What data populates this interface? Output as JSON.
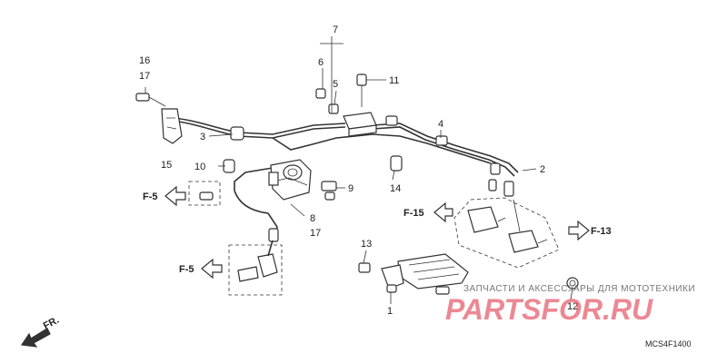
{
  "callouts": {
    "c16": "16",
    "c17a": "17",
    "c15": "15",
    "c3": "3",
    "c10": "10",
    "c7": "7",
    "c6": "6",
    "c5": "5",
    "c11": "11",
    "c4": "4",
    "c2": "2",
    "c14": "14",
    "c9": "9",
    "c8": "8",
    "c17b": "17",
    "c13": "13",
    "c1": "1",
    "c12": "12"
  },
  "refs": {
    "f5_upper": "F-5",
    "f5_lower": "F-5",
    "f15": "F-15",
    "f13": "F-13"
  },
  "front_marker": "FR.",
  "watermark": {
    "tagline": "ЗАПЧАСТИ И АКСЕССУАРЫ ДЛЯ МОТОТЕХНИКИ",
    "brand": "PARTSFOR.RU"
  },
  "diagram_code": "MCS4F1400"
}
